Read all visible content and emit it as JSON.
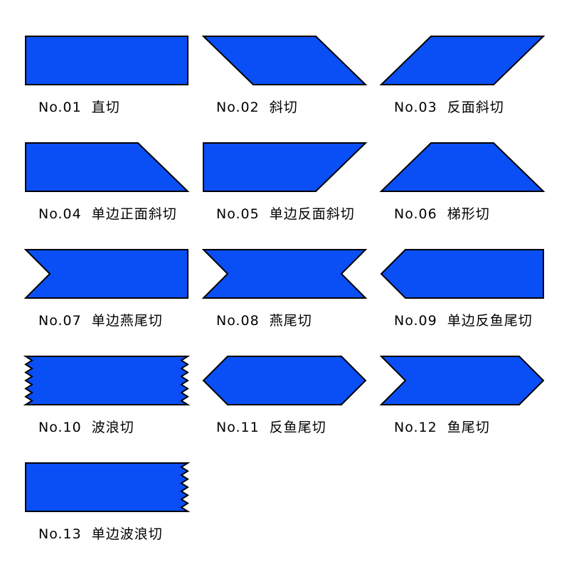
{
  "colors": {
    "fill": "#0a4ff5",
    "stroke": "#000000",
    "text": "#000000",
    "background": "#ffffff"
  },
  "cuts": [
    {
      "number": "No.01",
      "name": "直切",
      "shape": "straight"
    },
    {
      "number": "No.02",
      "name": "斜切",
      "shape": "slant"
    },
    {
      "number": "No.03",
      "name": "反面斜切",
      "shape": "reverse-slant"
    },
    {
      "number": "No.04",
      "name": "单边正面斜切",
      "shape": "single-slant"
    },
    {
      "number": "No.05",
      "name": "单边反面斜切",
      "shape": "single-reverse-slant"
    },
    {
      "number": "No.06",
      "name": "梯形切",
      "shape": "trapezoid"
    },
    {
      "number": "No.07",
      "name": "单边燕尾切",
      "shape": "single-swallowtail"
    },
    {
      "number": "No.08",
      "name": "燕尾切",
      "shape": "swallowtail"
    },
    {
      "number": "No.09",
      "name": "单边反鱼尾切",
      "shape": "single-reverse-fishtail"
    },
    {
      "number": "No.10",
      "name": "波浪切",
      "shape": "wave"
    },
    {
      "number": "No.11",
      "name": "反鱼尾切",
      "shape": "reverse-fishtail"
    },
    {
      "number": "No.12",
      "name": "鱼尾切",
      "shape": "fishtail"
    },
    {
      "number": "No.13",
      "name": "单边波浪切",
      "shape": "single-wave"
    }
  ]
}
